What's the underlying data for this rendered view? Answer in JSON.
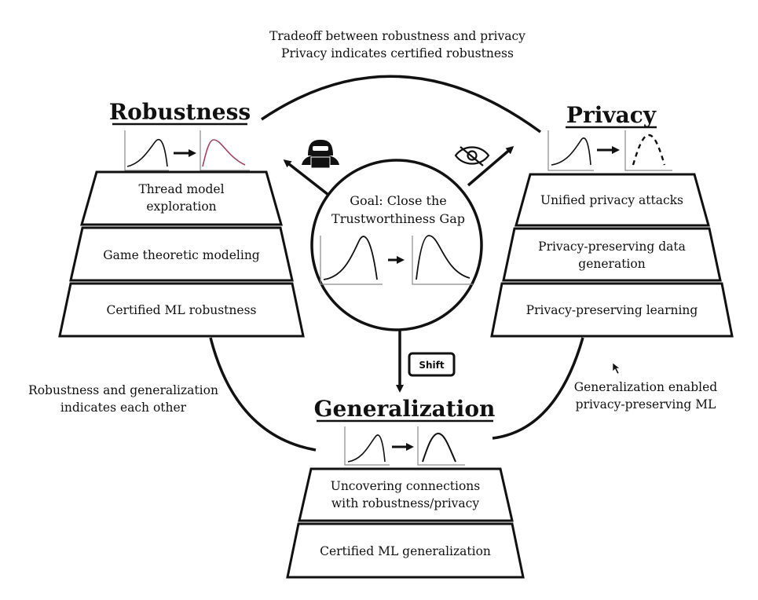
{
  "top_note": {
    "line1": "Tradeoff between robustness and privacy",
    "line2": "Privacy indicates certified robustness"
  },
  "left_note": {
    "line1": "Robustness and generalization",
    "line2": "indicates each other"
  },
  "right_note": {
    "line1": "Generalization enabled",
    "line2": "privacy-preserving ML"
  },
  "center": {
    "line1": "Goal: Close the",
    "line2": "Trustworthiness Gap",
    "key_label": "Shift"
  },
  "robustness": {
    "title": "Robustness",
    "items": [
      {
        "line1": "Thread model",
        "line2": "exploration"
      },
      {
        "line1": "Game theoretic modeling",
        "line2": ""
      },
      {
        "line1": "Certified ML robustness",
        "line2": ""
      }
    ]
  },
  "privacy": {
    "title": "Privacy",
    "items": [
      {
        "line1": "Unified privacy attacks",
        "line2": ""
      },
      {
        "line1": "Privacy-preserving data",
        "line2": "generation"
      },
      {
        "line1": "Privacy-preserving learning",
        "line2": ""
      }
    ]
  },
  "generalization": {
    "title": "Generalization",
    "items": [
      {
        "line1": "Uncovering connections",
        "line2": "with robustness/privacy"
      },
      {
        "line1": "Certified ML generalization",
        "line2": ""
      }
    ]
  },
  "icons": [
    "hacker-icon",
    "eye-slash-icon",
    "mouse-cursor-icon"
  ],
  "colors": {
    "ink": "#111111",
    "shifted_curve": "#a0415a",
    "axis": "#8a8a8a"
  }
}
